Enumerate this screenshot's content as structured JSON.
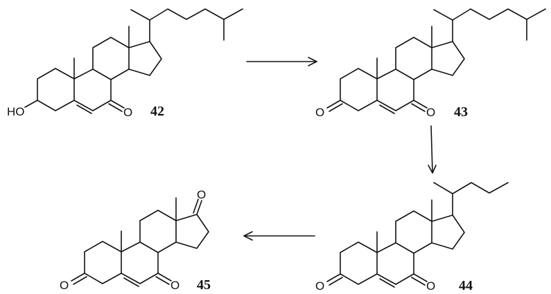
{
  "scheme": {
    "title": "",
    "compounds": [
      {
        "id": "42",
        "label": "42",
        "substituents": {
          "C3": "HO",
          "C7": "O"
        },
        "side_chain": "cholestane (C8H17)"
      },
      {
        "id": "43",
        "label": "43",
        "substituents": {
          "C3": "O",
          "C7": "O"
        },
        "side_chain": "cholestane (C8H17)"
      },
      {
        "id": "44",
        "label": "44",
        "substituents": {
          "C3": "O",
          "C7": "O"
        },
        "side_chain": "pentan-2-yl (C5H11)"
      },
      {
        "id": "45",
        "label": "45",
        "substituents": {
          "C3": "O",
          "C7": "O",
          "C17": "O"
        },
        "side_chain": "none"
      }
    ],
    "atoms": {
      "hydroxyl": "HO",
      "oxygen": "O"
    },
    "arrows": [
      {
        "from": "42",
        "to": "43",
        "direction": "right"
      },
      {
        "from": "43",
        "to": "44",
        "direction": "down"
      },
      {
        "from": "44",
        "to": "45",
        "direction": "left"
      }
    ]
  }
}
